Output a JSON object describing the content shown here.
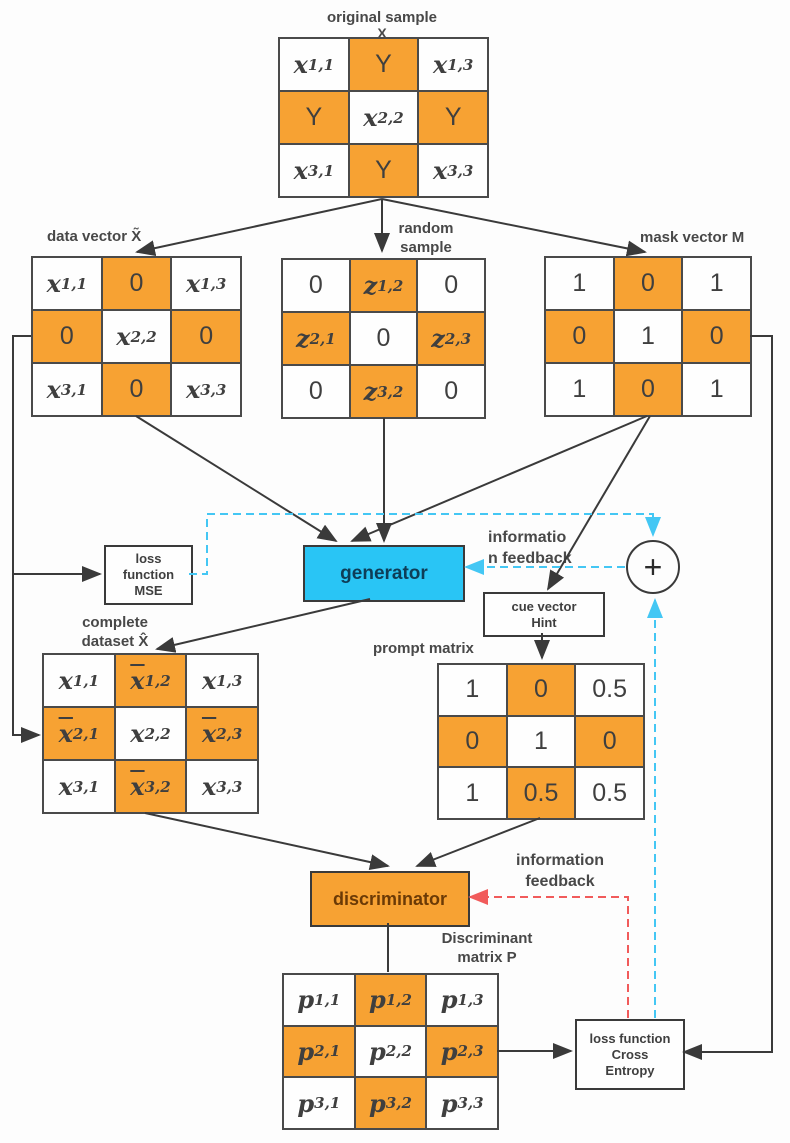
{
  "colors": {
    "cell_orange": "#F7A233",
    "generator_blue": "#29C5F5",
    "feedback_cyan": "#44C7F4",
    "feedback_red": "#F15B5B",
    "line_dark": "#3A3A3A"
  },
  "labels": {
    "original_sample": "original sample",
    "original_x": "X",
    "data_vector": "data vector X̃",
    "random_sample": "random\nsample",
    "mask_vector": "mask vector M",
    "info_feedback_generator": "informatio\nn feedback",
    "complete_dataset": "complete\ndataset X̂",
    "prompt_matrix": "prompt matrix",
    "info_feedback_discriminator": "information\nfeedback",
    "discriminant_matrix": "Discriminant\nmatrix P"
  },
  "boxes": {
    "loss_mse": "loss\nfunction\nMSE",
    "generator": "generator",
    "cue_hint": "cue vector\nHint",
    "discriminator": "discriminator",
    "loss_cross_entropy": "loss function\nCross\nEntropy",
    "plus": "+"
  },
  "matrices": {
    "original": {
      "orange": [
        [
          false,
          true,
          false
        ],
        [
          true,
          false,
          true
        ],
        [
          false,
          true,
          false
        ]
      ],
      "cells": [
        [
          {
            "v": "x",
            "sub": "1,1"
          },
          {
            "v": "Y"
          },
          {
            "v": "x",
            "sub": "1,3"
          }
        ],
        [
          {
            "v": "Y"
          },
          {
            "v": "x",
            "sub": "2,2"
          },
          {
            "v": "Y"
          }
        ],
        [
          {
            "v": "x",
            "sub": "3,1"
          },
          {
            "v": "Y"
          },
          {
            "v": "x",
            "sub": "3,3"
          }
        ]
      ]
    },
    "data_vector": {
      "orange": [
        [
          false,
          true,
          false
        ],
        [
          true,
          false,
          true
        ],
        [
          false,
          true,
          false
        ]
      ],
      "cells": [
        [
          {
            "v": "x",
            "sub": "1,1"
          },
          {
            "v": "0"
          },
          {
            "v": "x",
            "sub": "1,3"
          }
        ],
        [
          {
            "v": "0"
          },
          {
            "v": "x",
            "sub": "2,2"
          },
          {
            "v": "0"
          }
        ],
        [
          {
            "v": "x",
            "sub": "3,1"
          },
          {
            "v": "0"
          },
          {
            "v": "x",
            "sub": "3,3"
          }
        ]
      ]
    },
    "random_sample": {
      "orange": [
        [
          false,
          true,
          false
        ],
        [
          true,
          false,
          true
        ],
        [
          false,
          true,
          false
        ]
      ],
      "cells": [
        [
          {
            "v": "0"
          },
          {
            "v": "z",
            "sub": "1,2"
          },
          {
            "v": "0"
          }
        ],
        [
          {
            "v": "z",
            "sub": "2,1"
          },
          {
            "v": "0"
          },
          {
            "v": "z",
            "sub": "2,3"
          }
        ],
        [
          {
            "v": "0"
          },
          {
            "v": "z",
            "sub": "3,2"
          },
          {
            "v": "0"
          }
        ]
      ]
    },
    "mask_vector": {
      "orange": [
        [
          false,
          true,
          false
        ],
        [
          true,
          false,
          true
        ],
        [
          false,
          true,
          false
        ]
      ],
      "cells": [
        [
          {
            "v": "1"
          },
          {
            "v": "0"
          },
          {
            "v": "1"
          }
        ],
        [
          {
            "v": "0"
          },
          {
            "v": "1"
          },
          {
            "v": "0"
          }
        ],
        [
          {
            "v": "1"
          },
          {
            "v": "0"
          },
          {
            "v": "1"
          }
        ]
      ]
    },
    "complete_dataset": {
      "orange": [
        [
          false,
          true,
          false
        ],
        [
          true,
          false,
          true
        ],
        [
          false,
          true,
          false
        ]
      ],
      "cells": [
        [
          {
            "v": "x",
            "sub": "1,1"
          },
          {
            "v": "x",
            "sub": "1,2",
            "bar": true
          },
          {
            "v": "x",
            "sub": "1,3"
          }
        ],
        [
          {
            "v": "x",
            "sub": "2,1",
            "bar": true
          },
          {
            "v": "x",
            "sub": "2,2"
          },
          {
            "v": "x",
            "sub": "2,3",
            "bar": true
          }
        ],
        [
          {
            "v": "x",
            "sub": "3,1"
          },
          {
            "v": "x",
            "sub": "3,2",
            "bar": true
          },
          {
            "v": "x",
            "sub": "3,3"
          }
        ]
      ]
    },
    "prompt": {
      "orange": [
        [
          false,
          true,
          false
        ],
        [
          true,
          false,
          true
        ],
        [
          false,
          true,
          false
        ]
      ],
      "cells": [
        [
          {
            "v": "1"
          },
          {
            "v": "0"
          },
          {
            "v": "0.5"
          }
        ],
        [
          {
            "v": "0"
          },
          {
            "v": "1"
          },
          {
            "v": "0"
          }
        ],
        [
          {
            "v": "1"
          },
          {
            "v": "0.5"
          },
          {
            "v": "0.5"
          }
        ]
      ]
    },
    "discriminant": {
      "orange": [
        [
          false,
          true,
          false
        ],
        [
          true,
          false,
          true
        ],
        [
          false,
          true,
          false
        ]
      ],
      "cells": [
        [
          {
            "v": "p",
            "sub": "1,1"
          },
          {
            "v": "p",
            "sub": "1,2"
          },
          {
            "v": "p",
            "sub": "1,3"
          }
        ],
        [
          {
            "v": "p",
            "sub": "2,1"
          },
          {
            "v": "p",
            "sub": "2,2"
          },
          {
            "v": "p",
            "sub": "2,3"
          }
        ],
        [
          {
            "v": "p",
            "sub": "3,1"
          },
          {
            "v": "p",
            "sub": "3,2"
          },
          {
            "v": "p",
            "sub": "3,3"
          }
        ]
      ]
    }
  }
}
